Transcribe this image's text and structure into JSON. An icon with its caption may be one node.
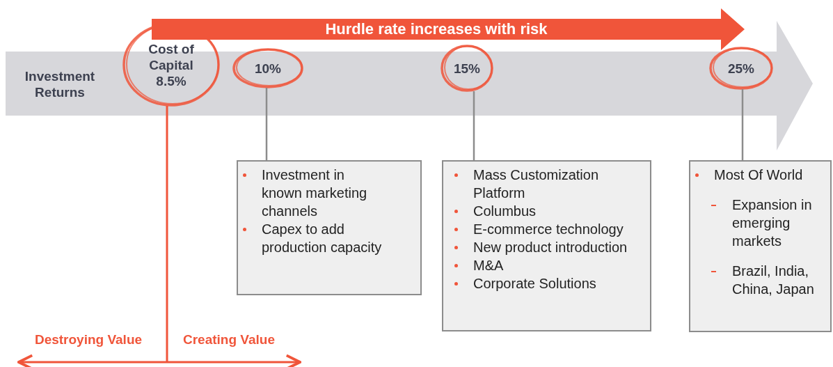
{
  "diagram": {
    "nodes": [
      {
        "text": [
          "Investment Returns"
        ]
      },
      {
        "text": [
          "Hurdle rate increases with risk"
        ]
      },
      {
        "text": [
          "Cost of Capital 8.5%"
        ],
        "in": 0
      },
      {
        "text": [
          "10%"
        ],
        "in": 0
      },
      {
        "text": [
          "15%"
        ],
        "in": 0
      },
      {
        "text": [
          "25%"
        ],
        "in": 0
      },
      {
        "text": [
          "Investment in known marketing channels",
          "Capex to add production capacity"
        ]
      },
      {
        "text": [
          "Mass Customization Platform",
          "Columbus",
          "E-commerce technology",
          "New product introduction",
          "M&A",
          "Corporate Solutions"
        ]
      },
      {
        "text": [
          "Most Of World",
          "Expansion in emerging markets",
          "Brazil, India, China, Japan"
        ]
      }
    ],
    "edges": [
      {
        "from": 2,
        "to": null,
        "arrow": "none",
        "color": "#f0553a"
      },
      {
        "from": 3,
        "to": 6,
        "arrow": "none"
      },
      {
        "from": 4,
        "to": 7,
        "arrow": "none"
      },
      {
        "from": 5,
        "to": 8,
        "arrow": "none"
      }
    ],
    "labels": [
      "Destroying Value",
      "Creating Value"
    ]
  }
}
